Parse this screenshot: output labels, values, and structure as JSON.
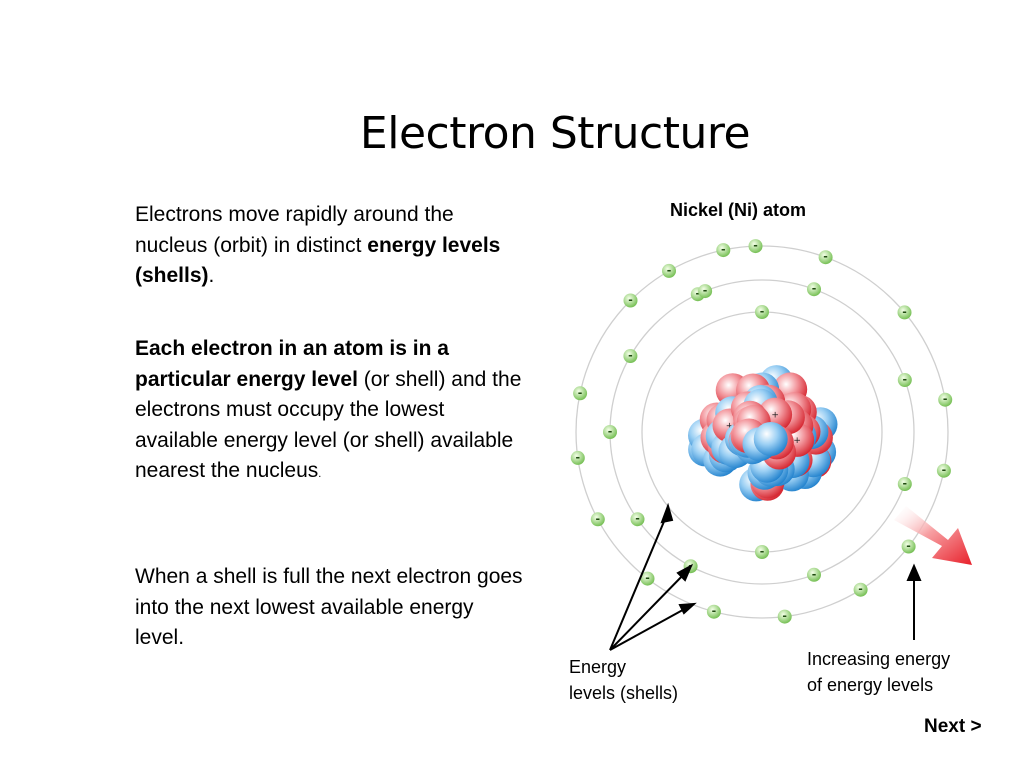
{
  "slide": {
    "title": "Electron Structure",
    "paragraph1": {
      "part1": "Electrons move rapidly around the nucleus (orbit) in distinct ",
      "bold": "energy levels (shells)",
      "part2": "."
    },
    "paragraph2": {
      "bold": "Each electron in an atom is in a particular energy level",
      "part1": " (or shell) and the electrons must occupy the lowest available energy level (or shell) available nearest the nucleus",
      "part2": "."
    },
    "paragraph3": "When a shell is full the next electron goes into the next lowest available energy level."
  },
  "diagram": {
    "title": "Nickel (Ni) atom",
    "label_shells": [
      "Energy",
      "levels (shells)"
    ],
    "label_energy": [
      "Increasing energy",
      "of energy levels"
    ],
    "electron_symbol": "-",
    "proton_symbol": "+",
    "colors": {
      "electron": "#7cc35a",
      "orbit": "#cfcfcf",
      "proton": "#e0313b",
      "neutron": "#2a8fd8",
      "arrow": "#e8202a"
    }
  },
  "nav": {
    "next_label": "Next >"
  }
}
